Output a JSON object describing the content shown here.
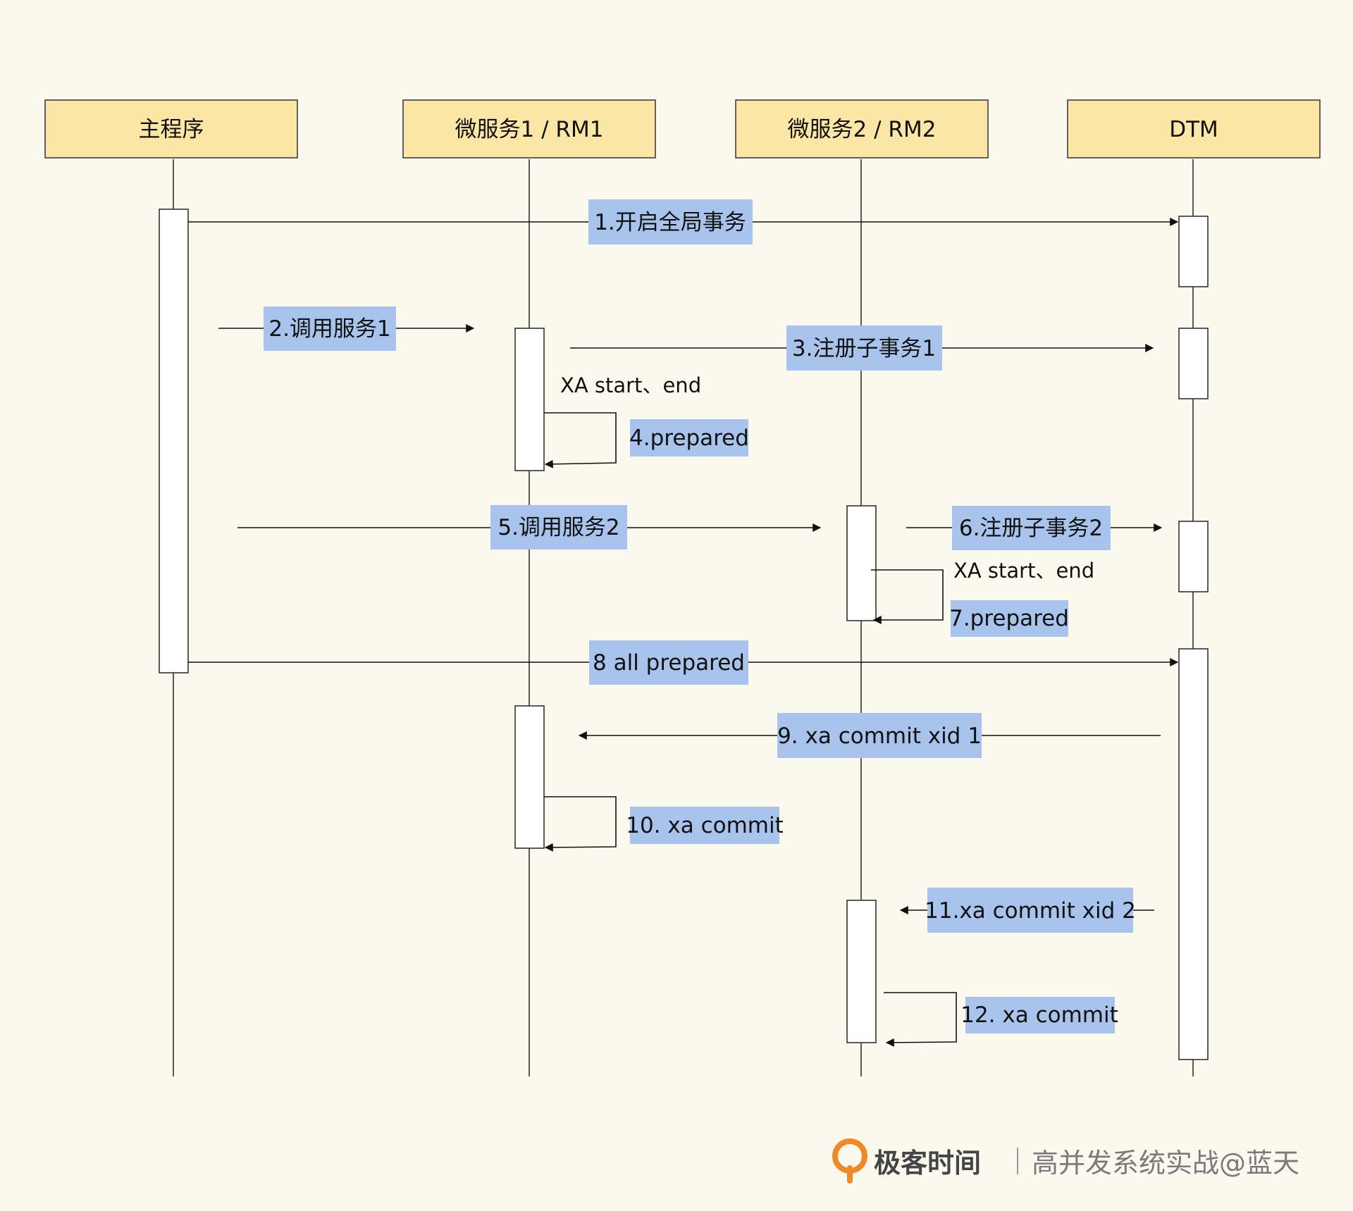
{
  "participants": [
    {
      "id": "main",
      "label": "主程序"
    },
    {
      "id": "rm1",
      "label": "微服务1 / RM1"
    },
    {
      "id": "rm2",
      "label": "微服务2 / RM2"
    },
    {
      "id": "dtm",
      "label": "DTM"
    }
  ],
  "messages": [
    {
      "step": 1,
      "label": "1.开启全局事务",
      "from": "main",
      "to": "dtm"
    },
    {
      "step": 2,
      "label": "2.调用服务1",
      "from": "main",
      "to": "rm1"
    },
    {
      "step": 3,
      "label": "3.注册子事务1",
      "from": "rm1",
      "to": "dtm"
    },
    {
      "step": 4,
      "label": "4.prepared",
      "from": "rm1",
      "to": "rm1",
      "note": "XA start、end"
    },
    {
      "step": 5,
      "label": "5.调用服务2",
      "from": "main",
      "to": "rm2"
    },
    {
      "step": 6,
      "label": "6.注册子事务2",
      "from": "rm2",
      "to": "dtm"
    },
    {
      "step": 7,
      "label": "7.prepared",
      "from": "rm2",
      "to": "rm2",
      "note": "XA start、end"
    },
    {
      "step": 8,
      "label": "8 all prepared",
      "from": "main",
      "to": "dtm"
    },
    {
      "step": 9,
      "label": "9. xa commit xid 1",
      "from": "dtm",
      "to": "rm1"
    },
    {
      "step": 10,
      "label": "10. xa commit",
      "from": "rm1",
      "to": "rm1"
    },
    {
      "step": 11,
      "label": "11.xa commit xid 2",
      "from": "dtm",
      "to": "rm2"
    },
    {
      "step": 12,
      "label": "12. xa commit",
      "from": "rm2",
      "to": "rm2"
    }
  ],
  "footer": {
    "brand": "极客时间",
    "tagline": "高并发系统实战@蓝天"
  },
  "colors": {
    "background": "#fbf9ee",
    "actor_fill": "#fbe6a5",
    "label_fill": "#a9c4ec",
    "logo_orange": "#f08a24"
  }
}
